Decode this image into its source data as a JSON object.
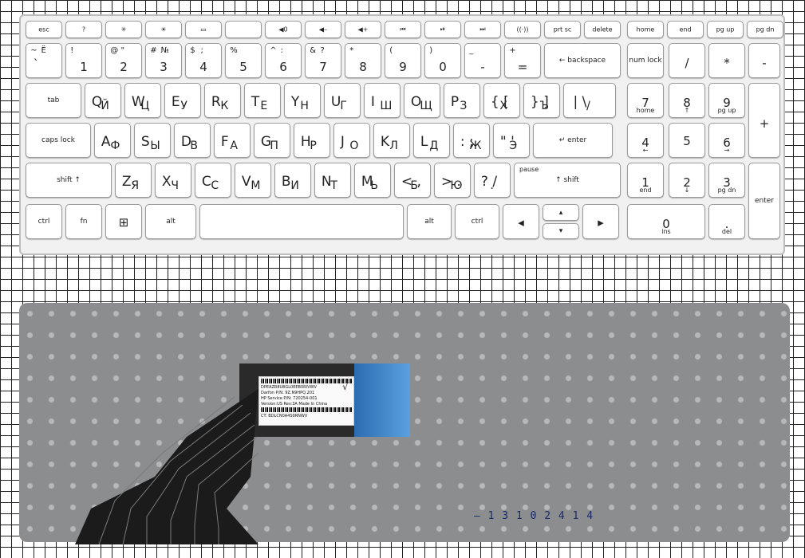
{
  "rows": [
    {
      "keys": [
        {
          "id": "esc",
          "label": "esc"
        },
        {
          "id": "f1",
          "label": "?"
        },
        {
          "id": "f2",
          "label": "✳"
        },
        {
          "id": "f3",
          "label": "☀"
        },
        {
          "id": "f4",
          "label": "▭"
        },
        {
          "id": "f5",
          "label": ""
        },
        {
          "id": "f6",
          "label": "◀0"
        },
        {
          "id": "f7",
          "label": "◀–"
        },
        {
          "id": "f8",
          "label": "◀+"
        },
        {
          "id": "f9",
          "label": "⏮"
        },
        {
          "id": "f10",
          "label": "⏯"
        },
        {
          "id": "f11",
          "label": "⏭"
        },
        {
          "id": "f12",
          "label": "((·))"
        },
        {
          "id": "prtsc",
          "label": "prt sc"
        },
        {
          "id": "delete",
          "label": "delete"
        },
        {
          "id": "home",
          "label": "home"
        },
        {
          "id": "end",
          "label": "end"
        },
        {
          "id": "pgup",
          "label": "pg up"
        },
        {
          "id": "pgdn",
          "label": "pg dn"
        }
      ]
    },
    {
      "num_keys": [
        {
          "id": "k1",
          "top1": "!",
          "lat": "1"
        },
        {
          "id": "k2",
          "top1": "@",
          "top2": "\"",
          "lat": "2"
        },
        {
          "id": "k3",
          "top1": "#",
          "top2": "№",
          "lat": "3"
        },
        {
          "id": "k4",
          "top1": "$",
          "top2": ";",
          "lat": "4"
        },
        {
          "id": "k5",
          "top1": "%",
          "lat": "5"
        },
        {
          "id": "k6",
          "top1": "^",
          "top2": ":",
          "lat": "6"
        },
        {
          "id": "k7",
          "top1": "&",
          "top2": "?",
          "lat": "7"
        },
        {
          "id": "k8",
          "top1": "*",
          "lat": "8"
        },
        {
          "id": "k9",
          "top1": "(",
          "lat": "9"
        },
        {
          "id": "k0",
          "top1": ")",
          "lat": "0"
        },
        {
          "id": "kminus",
          "top1": "_",
          "lat": "-"
        },
        {
          "id": "kequal",
          "top1": "+",
          "lat": "="
        }
      ]
    }
  ],
  "top_keys": {
    "tilde": {
      "top1": "~",
      "top2": "Ё",
      "lat": "`"
    },
    "backspace": "← backspace",
    "numlock": "num lock",
    "slash": "/",
    "star": "*",
    "minus": "-",
    "tab": "tab",
    "caps": "caps lock",
    "enter": "↵        enter",
    "shift_l": "shift ↑",
    "shift_r": "↑ shift",
    "pause": "pause",
    "ctrl": "ctrl",
    "fn": "fn",
    "alt": "alt",
    "alt_r": "alt",
    "ctrl_r": "ctrl",
    "np7": "7",
    "np7s": "home",
    "np8": "8",
    "np8s": "↑",
    "np9": "9",
    "np9s": "pg up",
    "np_plus": "+",
    "np4": "4",
    "np4s": "←",
    "np5": "5",
    "np6": "6",
    "np6s": "→",
    "np1": "1",
    "np1s": "end",
    "np2": "2",
    "np2s": "↓",
    "np3": "3",
    "np3s": "pg dn",
    "np_enter": "enter",
    "np0": "0",
    "np0s": "ins",
    "npdot": ".",
    "npdots": "del"
  },
  "letter_rows": [
    [
      {
        "lat": "Q",
        "cyr": "Й"
      },
      {
        "lat": "W",
        "cyr": "Ц"
      },
      {
        "lat": "E",
        "cyr": "У"
      },
      {
        "lat": "R",
        "cyr": "К"
      },
      {
        "lat": "T",
        "cyr": "Е"
      },
      {
        "lat": "Y",
        "cyr": "Н"
      },
      {
        "lat": "U",
        "cyr": "Г"
      },
      {
        "lat": "I",
        "cyr": "Ш"
      },
      {
        "lat": "O",
        "cyr": "Щ"
      },
      {
        "lat": "P",
        "cyr": "З"
      },
      {
        "lat": "{ [",
        "cyr": "Х"
      },
      {
        "lat": "} ]",
        "cyr": "Ъ"
      },
      {
        "lat": "| \\",
        "cyr": "/"
      }
    ],
    [
      {
        "lat": "A",
        "cyr": "Ф"
      },
      {
        "lat": "S",
        "cyr": "Ы"
      },
      {
        "lat": "D",
        "cyr": "В"
      },
      {
        "lat": "F",
        "cyr": "А"
      },
      {
        "lat": "G",
        "cyr": "П"
      },
      {
        "lat": "H",
        "cyr": "Р"
      },
      {
        "lat": "J",
        "cyr": "О"
      },
      {
        "lat": "K",
        "cyr": "Л"
      },
      {
        "lat": "L",
        "cyr": "Д"
      },
      {
        "lat": ": ;",
        "cyr": "Ж"
      },
      {
        "lat": "\" '",
        "cyr": "Э"
      }
    ],
    [
      {
        "lat": "Z",
        "cyr": "Я"
      },
      {
        "lat": "X",
        "cyr": "Ч"
      },
      {
        "lat": "C",
        "cyr": "С"
      },
      {
        "lat": "V",
        "cyr": "М"
      },
      {
        "lat": "B",
        "cyr": "И"
      },
      {
        "lat": "N",
        "cyr": "Т"
      },
      {
        "lat": "M",
        "cyr": "Ь"
      },
      {
        "lat": "< ,",
        "cyr": "Б"
      },
      {
        "lat": "> .",
        "cyr": "Ю"
      },
      {
        "lat": "? /",
        "cyr": "."
      }
    ]
  ],
  "sticker_lines": [
    "DPEAZR8U8GL0EEB0RIVWV",
    "Darfon P/N: 9Z.N9HPQ.201",
    "HP Service P/N: 720254-001",
    "Version:US   Rev:3A  Made In China",
    "CT: BDLCN0A4S9RNWV"
  ],
  "handwritten": "— 1 3 1 0 2 4 1 4",
  "v_mark": "√"
}
